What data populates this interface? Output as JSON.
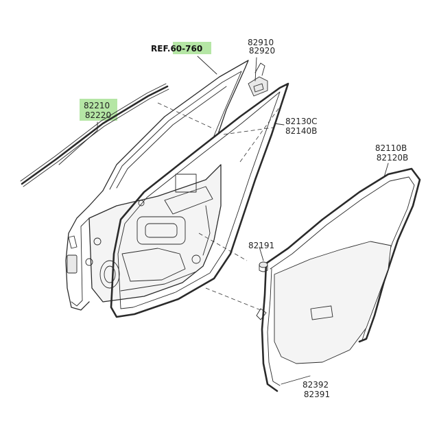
{
  "diagram": {
    "ref_label": {
      "prefix": "REF.",
      "code": "60-760",
      "highlight": "#b5e6a5"
    },
    "parts": [
      {
        "id": "p82910",
        "lines": [
          "82910",
          "82920"
        ],
        "highlight": ""
      },
      {
        "id": "p82210",
        "lines": [
          "82210",
          "82220"
        ],
        "highlight": "#b5e6a5"
      },
      {
        "id": "p82130",
        "lines": [
          "82130C",
          "82140B"
        ],
        "highlight": ""
      },
      {
        "id": "p82110",
        "lines": [
          "82110B",
          "82120B"
        ],
        "highlight": ""
      },
      {
        "id": "p82191",
        "lines": [
          "82191"
        ],
        "highlight": ""
      },
      {
        "id": "p82392",
        "lines": [
          "82392",
          "82391"
        ],
        "highlight": ""
      }
    ]
  }
}
